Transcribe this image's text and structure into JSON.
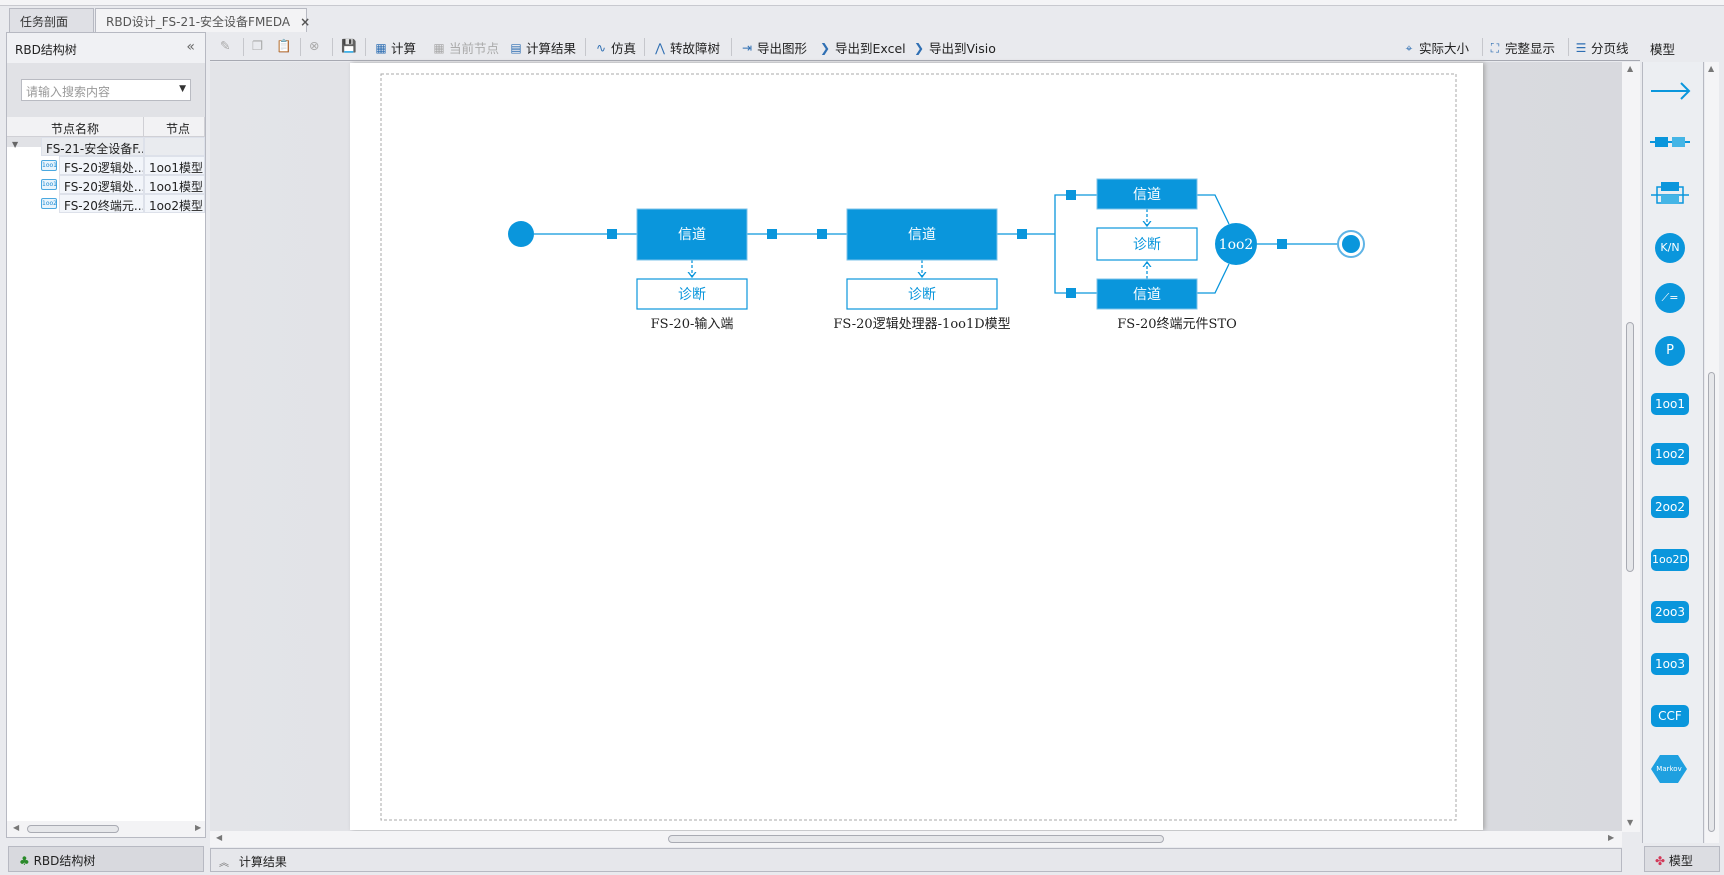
{
  "tabs": [
    {
      "label": "任务剖面"
    },
    {
      "label": "RBD设计_FS-21-安全设备FMEDA",
      "close": "×"
    }
  ],
  "left_panel": {
    "title": "RBD结构树",
    "collapse": "«",
    "search": {
      "placeholder": "请输入搜索内容",
      "value": ""
    },
    "columns": [
      "节点名称",
      "节点"
    ],
    "rows": [
      {
        "name": "FS-21-安全设备F...",
        "type": "",
        "level": 0,
        "expanded": true
      },
      {
        "name": "FS-20逻辑处...",
        "type": "1oo1模型",
        "icon": "1oo1",
        "level": 1
      },
      {
        "name": "FS-20逻辑处...",
        "type": "1oo1模型",
        "icon": "1oo1",
        "level": 1
      },
      {
        "name": "FS-20终端元...",
        "type": "1oo2模型",
        "icon": "1oo2",
        "level": 1
      }
    ],
    "bottom_tab": "RBD结构树"
  },
  "toolbar": {
    "items": [
      {
        "label": "计算",
        "icon": "calculator-icon"
      },
      {
        "label": "当前节点",
        "icon": "calculator-icon",
        "disabled": true
      },
      {
        "label": "计算结果",
        "icon": "clipboard-icon"
      },
      {
        "label": "仿真",
        "icon": "chart-icon"
      },
      {
        "label": "转故障树",
        "icon": "tree-icon"
      },
      {
        "label": "导出图形",
        "icon": "export-icon"
      },
      {
        "label": "导出到Excel",
        "icon": "excel-icon"
      },
      {
        "label": "导出到Visio",
        "icon": "visio-icon"
      }
    ],
    "right_items": [
      {
        "label": "实际大小",
        "icon": "actual-size-icon"
      },
      {
        "label": "完整显示",
        "icon": "fit-icon"
      },
      {
        "label": "分页线",
        "icon": "page-break-icon"
      }
    ]
  },
  "diagram": {
    "accent": "#0a96dc",
    "blocks": [
      {
        "channel": "信道",
        "diag": "诊断",
        "label": "FS-20-输入端"
      },
      {
        "channel": "信道",
        "diag": "诊断",
        "label": "FS-20逻辑处理器-1oo1D模型"
      },
      {
        "channel_top": "信道",
        "diag": "诊断",
        "channel_bottom": "信道",
        "voter": "1oo2",
        "label": "FS-20终端元件STO"
      }
    ]
  },
  "palette": {
    "title": "模型",
    "items": [
      "K/N",
      "P",
      "1oo1",
      "1oo2",
      "2oo2",
      "1oo2D",
      "2oo3",
      "1oo3",
      "CCF",
      "Markov"
    ],
    "bottom_tab": "模型"
  },
  "bottom_panel": {
    "label": "计算结果",
    "icon": "expand-up-icon"
  }
}
